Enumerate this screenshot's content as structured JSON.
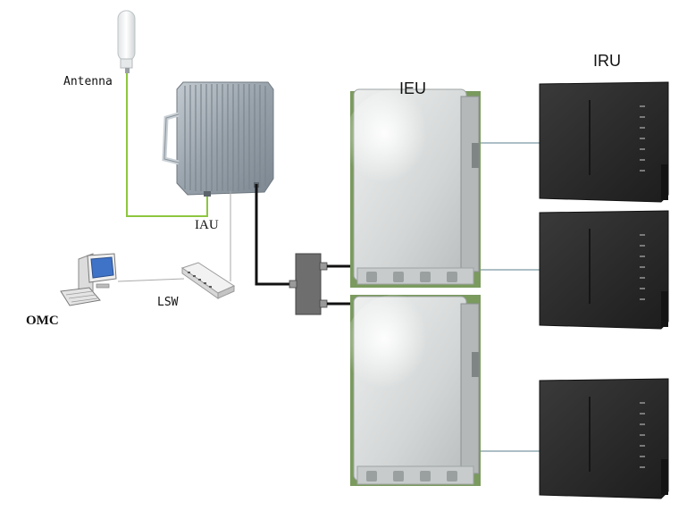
{
  "labels": {
    "antenna": "Antenna",
    "iau": "IAU",
    "lsw": "LSW",
    "omc": "OMC",
    "ieu": "IEU",
    "iru": "IRU"
  },
  "colors": {
    "antenna_cable": "#8dc63f",
    "link_cable": "#111111",
    "thin_link": "#5b7f8c",
    "lan_cable": "#aaaaaa",
    "iau_body": "#9aa4ad",
    "ieu_body": "#d9dcdc",
    "iru_body": "#2a2a2a",
    "splitter": "#6e6e6e"
  }
}
